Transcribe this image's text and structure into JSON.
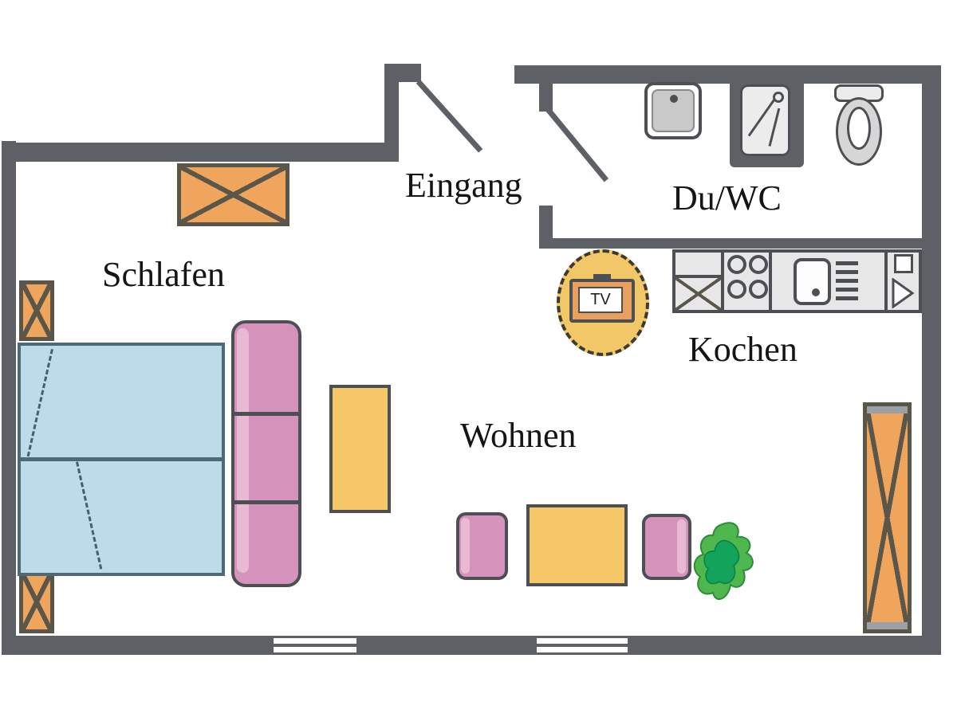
{
  "rooms": {
    "schlafen": "Schlafen",
    "eingang": "Eingang",
    "duwc": "Du/WC",
    "kochen": "Kochen",
    "wohnen": "Wohnen"
  },
  "tv": {
    "label": "TV"
  },
  "palette": {
    "wall": "#5d6165",
    "wall-dark": "#4c5054",
    "floor": "#ffffff",
    "orange": "#f0a55c",
    "x-line": "#5a574a",
    "yellow": "#f5c767",
    "blue": "#bddcea",
    "blue-line": "#3f6171",
    "pink": "#d592bb",
    "pink-light": "#e9b9d4",
    "green-light": "#4eb84e",
    "green-dark": "#13a35a",
    "gray-light": "#e7e7e7",
    "gray-mid": "#c9c9c9",
    "text": "#151515"
  },
  "icons": [
    "wardrobe-icon",
    "dresser-icon",
    "nightstand-icon",
    "double-bed-icon",
    "sofa-icon",
    "side-table-icon",
    "tv-icon",
    "armchair-icon",
    "coffee-table-icon",
    "plant-icon",
    "washbasin-icon",
    "shower-icon",
    "toilet-icon",
    "kitchen-counter-icon",
    "stove-icon",
    "kitchen-sink-icon",
    "dish-rack-icon",
    "fridge-icon",
    "window-icon",
    "door-icon"
  ]
}
